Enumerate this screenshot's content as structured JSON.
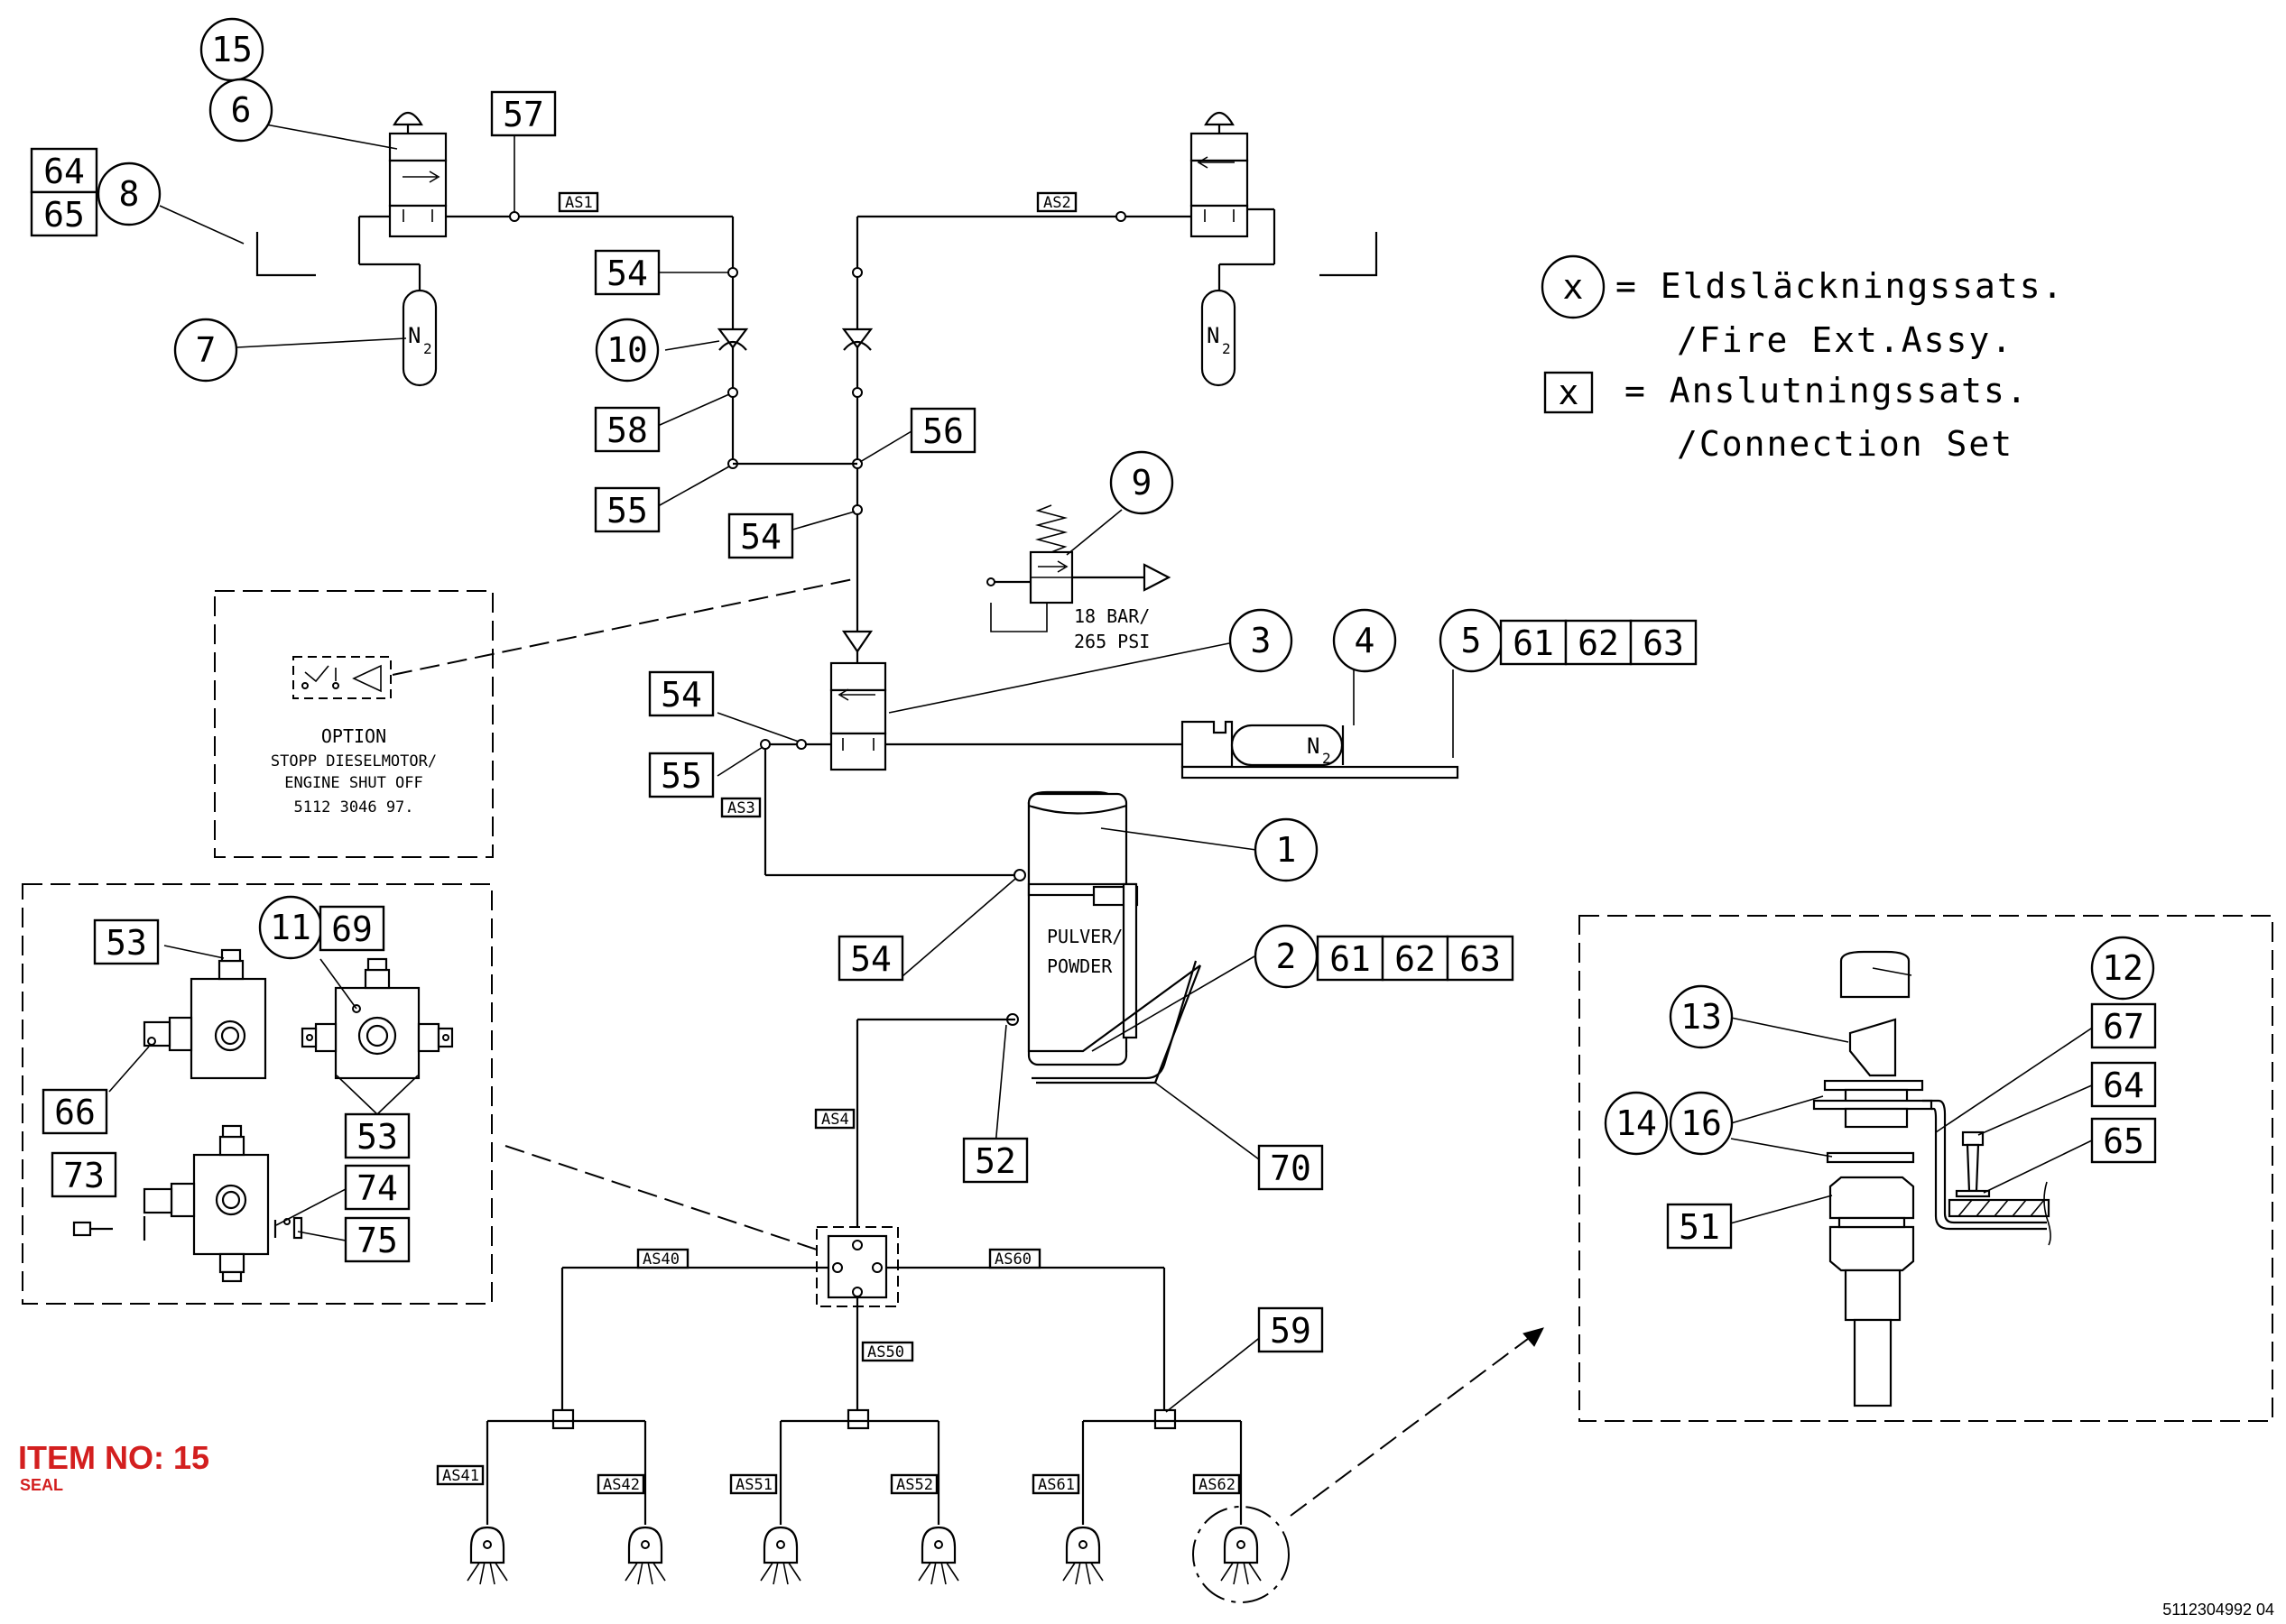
{
  "legend": {
    "circle_symbol": "x",
    "circle_line1": "= Eldsläckningssats.",
    "circle_line2": "/Fire Ext.Assy.",
    "square_symbol": "x",
    "square_line1": "= Anslutningssats.",
    "square_line2": "/Connection Set"
  },
  "option_box": {
    "line1": "OPTION",
    "line2": "STOPP DIESELMOTOR/",
    "line3": "ENGINE SHUT OFF",
    "line4": "5112 3046 97."
  },
  "relief_valve_text": {
    "line1": "18 BAR/",
    "line2": "265 PSI"
  },
  "gas": {
    "symbol": "N",
    "subscript": "2"
  },
  "container_text": {
    "line1": "PULVER/",
    "line2": "POWDER"
  },
  "pipes": {
    "as1": "AS1",
    "as2": "AS2",
    "as3": "AS3",
    "as4": "AS4",
    "as40": "AS40",
    "as50": "AS50",
    "as60": "AS60",
    "as41": "AS41",
    "as42": "AS42",
    "as51": "AS51",
    "as52": "AS52",
    "as61": "AS61",
    "as62": "AS62"
  },
  "circle_callouts": {
    "c15": "15",
    "c6": "6",
    "c8": "8",
    "c7": "7",
    "c10": "10",
    "c9": "9",
    "c3": "3",
    "c4": "4",
    "c5": "5",
    "c1": "1",
    "c2": "2",
    "c11": "11",
    "c12": "12",
    "c13": "13",
    "c14": "14",
    "c16": "16"
  },
  "square_callouts": {
    "s64a": "64",
    "s65a": "65",
    "s57": "57",
    "s54a": "54",
    "s58": "58",
    "s55a": "55",
    "s56": "56",
    "s54b": "54",
    "s61a": "61",
    "s62a": "62",
    "s63a": "63",
    "s54c": "54",
    "s55b": "55",
    "s54d": "54",
    "s61b": "61",
    "s62b": "62",
    "s63b": "63",
    "s52": "52",
    "s70": "70",
    "s59": "59",
    "s53a": "53",
    "s69": "69",
    "s66": "66",
    "s53b": "53",
    "s73": "73",
    "s74": "74",
    "s75": "75",
    "s67": "67",
    "s64b": "64",
    "s65b": "65",
    "s51": "51"
  },
  "item_block": {
    "title": "ITEM NO: 15",
    "subtitle": "SEAL"
  },
  "document_number": "5112304992 04",
  "colors": {
    "line": "#000000",
    "background": "#ffffff",
    "item_label": "#d31f1f"
  }
}
